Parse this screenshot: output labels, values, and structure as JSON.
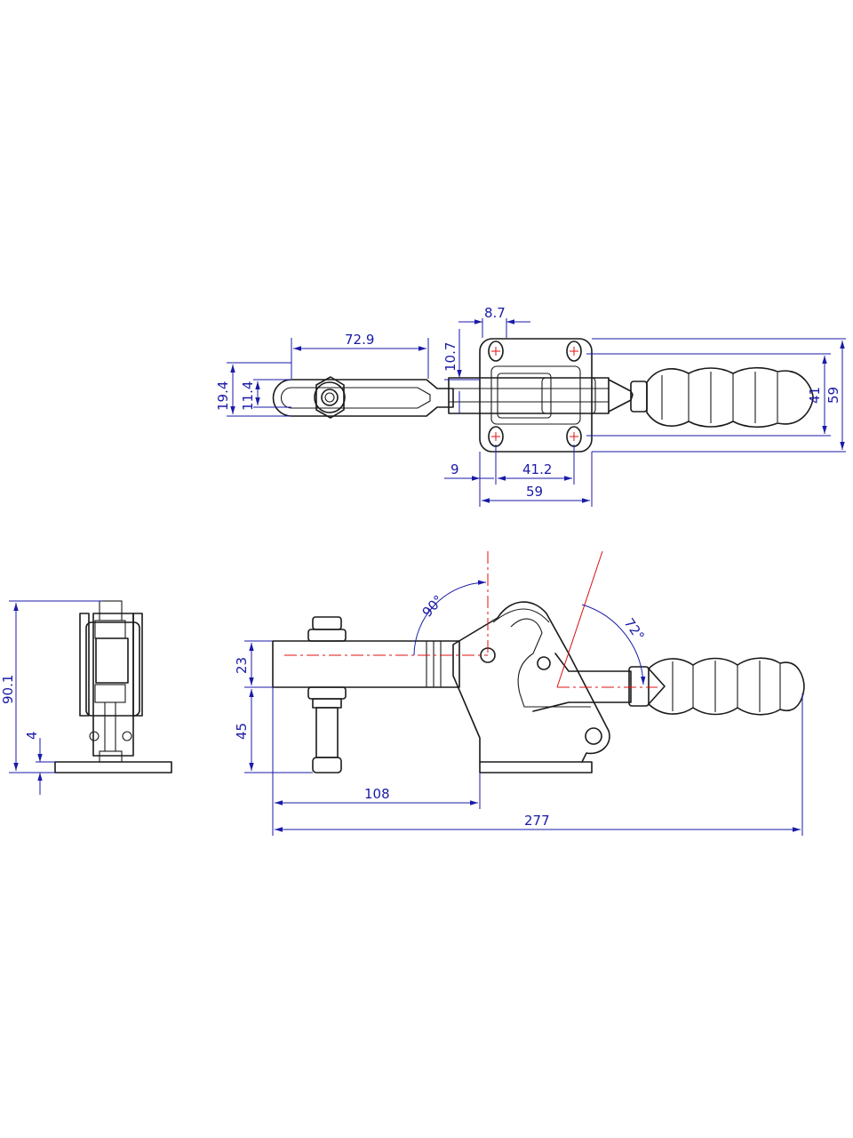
{
  "colors": {
    "outline": "#1a1a1a",
    "dimension": "#1a1aa8",
    "centerline": "#e01010",
    "background": "#ffffff"
  },
  "top_view": {
    "dim_arm_length": "72.9",
    "dim_bolt_offset": "8.7",
    "dim_hole_offset": "10.7",
    "dim_arm_width_outer": "19.4",
    "dim_arm_width_inner": "11.4",
    "dim_hole_spacing_y": "41",
    "dim_base_width": "59",
    "dim_edge": "9",
    "dim_hole_spacing_x": "41.2",
    "dim_base_length": "59"
  },
  "side_view": {
    "dim_height": "90.1",
    "dim_base_thickness": "4"
  },
  "front_view": {
    "dim_arm_height": "23",
    "dim_spindle_height": "45",
    "dim_spindle_to_base": "108",
    "dim_overall_length": "277",
    "angle_open": "90°",
    "angle_handle": "72°"
  }
}
